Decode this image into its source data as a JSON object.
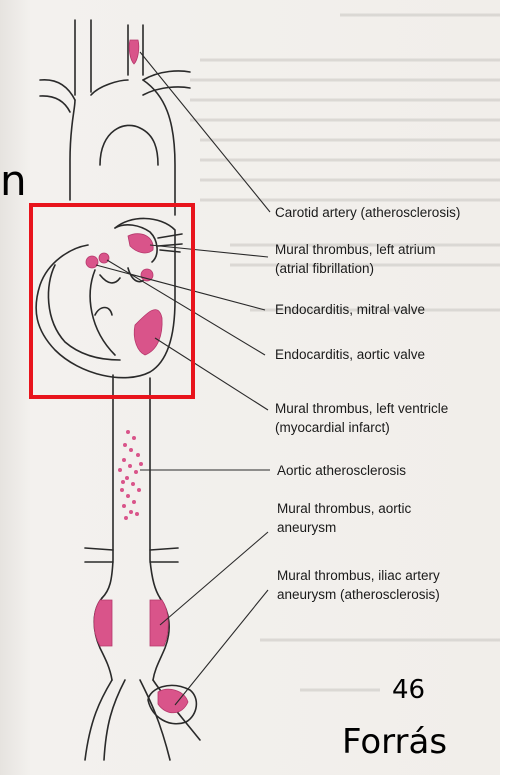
{
  "colors": {
    "thrombus": "#d9548a",
    "highlight_box": "#e8141c",
    "page_bg": "#f1eeea",
    "ink": "#1a1a1a"
  },
  "labels": {
    "carotid": [
      "Carotid artery (atherosclerosis)"
    ],
    "left_atrium": [
      "Mural thrombus, left atrium",
      "(atrial fibrillation)"
    ],
    "mitral": [
      "Endocarditis, mitral valve"
    ],
    "aortic_valve": [
      "Endocarditis, aortic valve"
    ],
    "left_ventricle": [
      "Mural thrombus, left ventricle",
      "(myocardial infarct)"
    ],
    "aortic_athero": [
      "Aortic atherosclerosis"
    ],
    "aortic_aneurysm": [
      "Mural thrombus, aortic",
      "aneurysm"
    ],
    "iliac": [
      "Mural thrombus, iliac artery",
      "aneurysm (atherosclerosis)"
    ]
  },
  "overlay": {
    "letter": "n",
    "page_number": "46",
    "source": "Forrás"
  }
}
